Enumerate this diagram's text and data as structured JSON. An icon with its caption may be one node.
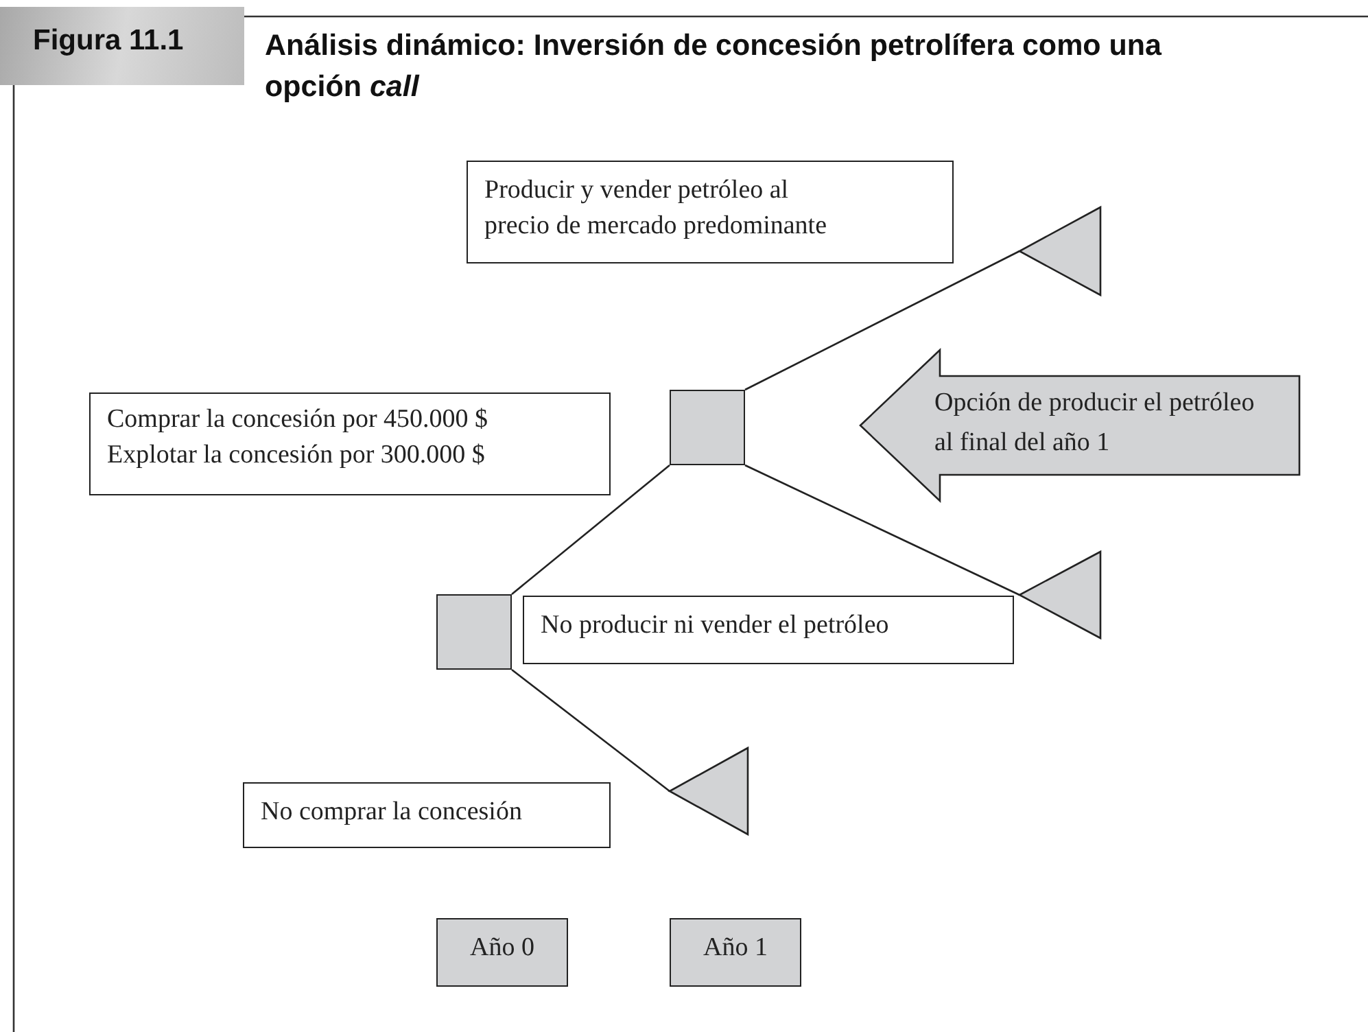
{
  "diagram": {
    "title": "Análisis dinámico: Inversión de concesión petrolífera como una opción *call*",
    "nodes": [
      {
        "text": [],
        "shape": "box"
      },
      {
        "text": [],
        "shape": "box"
      },
      {
        "text": [],
        "shape": "triangle"
      },
      {
        "text": [],
        "shape": "triangle"
      },
      {
        "text": [],
        "shape": "triangle"
      },
      {
        "text": [
          "Producir y vender petróleo al precio de mercado predominante"
        ]
      },
      {
        "text": [
          "Comprar la concesión por 450.000 $",
          "Explotar la concesión por 300.000 $"
        ]
      },
      {
        "text": [
          "Opción de producir el petróleo al final del año 1"
        ]
      },
      {
        "text": [
          "No producir ni vender el petróleo"
        ]
      },
      {
        "text": [
          "No comprar la concesión"
        ]
      },
      {
        "text": [
          "Año 0"
        ]
      },
      {
        "text": [
          "Año 1"
        ]
      }
    ],
    "edges": [
      {
        "from": 0,
        "to": 1,
        "arrow": "none"
      },
      {
        "from": 1,
        "to": 2,
        "arrow": "none"
      },
      {
        "from": 1,
        "to": 3,
        "arrow": "none"
      },
      {
        "from": 0,
        "to": 4,
        "arrow": "none"
      }
    ],
    "labels": [
      "Figura 11.1"
    ]
  }
}
